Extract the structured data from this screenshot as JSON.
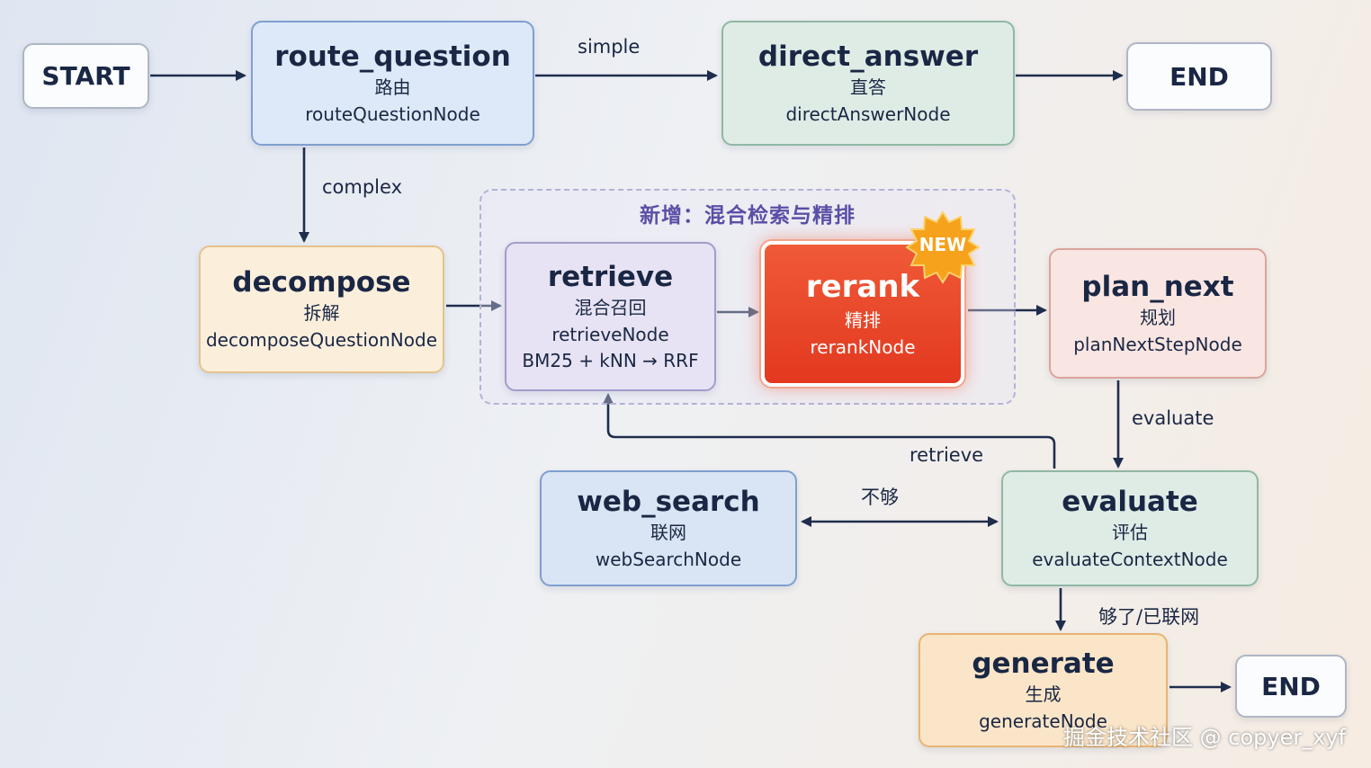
{
  "terminals": {
    "start": "START",
    "end_top": "END",
    "end_bottom": "END"
  },
  "nodes": {
    "route_question": {
      "title": "route_question",
      "cn": "路由",
      "fn": "routeQuestionNode"
    },
    "direct_answer": {
      "title": "direct_answer",
      "cn": "直答",
      "fn": "directAnswerNode"
    },
    "decompose": {
      "title": "decompose",
      "cn": "拆解",
      "fn": "decomposeQuestionNode"
    },
    "retrieve": {
      "title": "retrieve",
      "cn": "混合召回",
      "fn": "retrieveNode",
      "extra": "BM25 + kNN → RRF"
    },
    "rerank": {
      "title": "rerank",
      "cn": "精排",
      "fn": "rerankNode",
      "badge": "NEW"
    },
    "plan_next": {
      "title": "plan_next",
      "cn": "规划",
      "fn": "planNextStepNode"
    },
    "web_search": {
      "title": "web_search",
      "cn": "联网",
      "fn": "webSearchNode"
    },
    "evaluate": {
      "title": "evaluate",
      "cn": "评估",
      "fn": "evaluateContextNode"
    },
    "generate": {
      "title": "generate",
      "cn": "生成",
      "fn": "generateNode"
    }
  },
  "group": {
    "title": "新增：混合检索与精排"
  },
  "edge_labels": {
    "simple": "simple",
    "complex": "complex",
    "evaluate": "evaluate",
    "retrieve": "retrieve",
    "not_enough": "不够",
    "enough": "够了/已联网"
  },
  "colors": {
    "arrow": "#1f2d4d",
    "route_fill": "#dde8f8",
    "route_border": "#7f9fd0",
    "direct_fill": "#dfece6",
    "direct_border": "#8fb8a3",
    "decompose_fill": "#fbefdc",
    "decompose_border": "#e6c28b",
    "retrieve_fill": "#e7e3f4",
    "retrieve_border": "#a39ccc",
    "rerank_fill": "#e8452b",
    "rerank_border": "#ffffff",
    "plan_fill": "#f9e6e2",
    "plan_border": "#dba49a",
    "web_fill": "#d9e4f4",
    "web_border": "#7f9fd0",
    "evaluate_fill": "#dfece6",
    "evaluate_border": "#8fb8a3",
    "generate_fill": "#fbe5c8",
    "generate_border": "#e8b472",
    "group_border": "#b4b2d6",
    "group_title": "#5a4fa6"
  },
  "watermark": "掘金技术社区 @ copyer_xyf"
}
